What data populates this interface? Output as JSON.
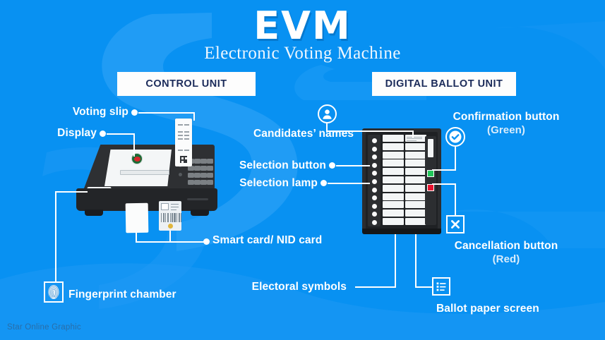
{
  "header": {
    "title": "EVM",
    "subtitle": "Electronic Voting Machine"
  },
  "sections": {
    "control_unit_chip": "CONTROL UNIT",
    "ballot_unit_chip": "DIGITAL BALLOT UNIT"
  },
  "labels": {
    "voting_slip": "Voting slip",
    "display": "Display",
    "smart_card": "Smart card/ NID card",
    "fingerprint_chamber": "Fingerprint chamber",
    "candidates_names": "Candidates’ names",
    "selection_button": "Selection button",
    "selection_lamp": "Selection lamp",
    "confirmation_button": "Confirmation button",
    "confirmation_button_color": "(Green)",
    "cancellation_button": "Cancellation button",
    "cancellation_button_color": "(Red)",
    "electoral_symbols": "Electoral symbols",
    "ballot_paper_screen": "Ballot paper screen"
  },
  "icons": {
    "candidates": "person-icon",
    "confirmation": "check-circle-icon",
    "cancellation": "close-x-icon",
    "ballot_screen": "list-icon",
    "fingerprint": "fingerprint-icon"
  },
  "colors": {
    "background": "#0891f2",
    "chip_background": "#fdfdfd",
    "chip_text": "#1b2b5a",
    "label_text": "#ffffff",
    "sub_label_text": "#d9ecfb",
    "confirm_green": "#21c65a",
    "cancel_red": "#e8112d",
    "device_dark": "#2b2d30",
    "credit_text": "#2a6ea8"
  },
  "credit": "Star Online Graphic"
}
